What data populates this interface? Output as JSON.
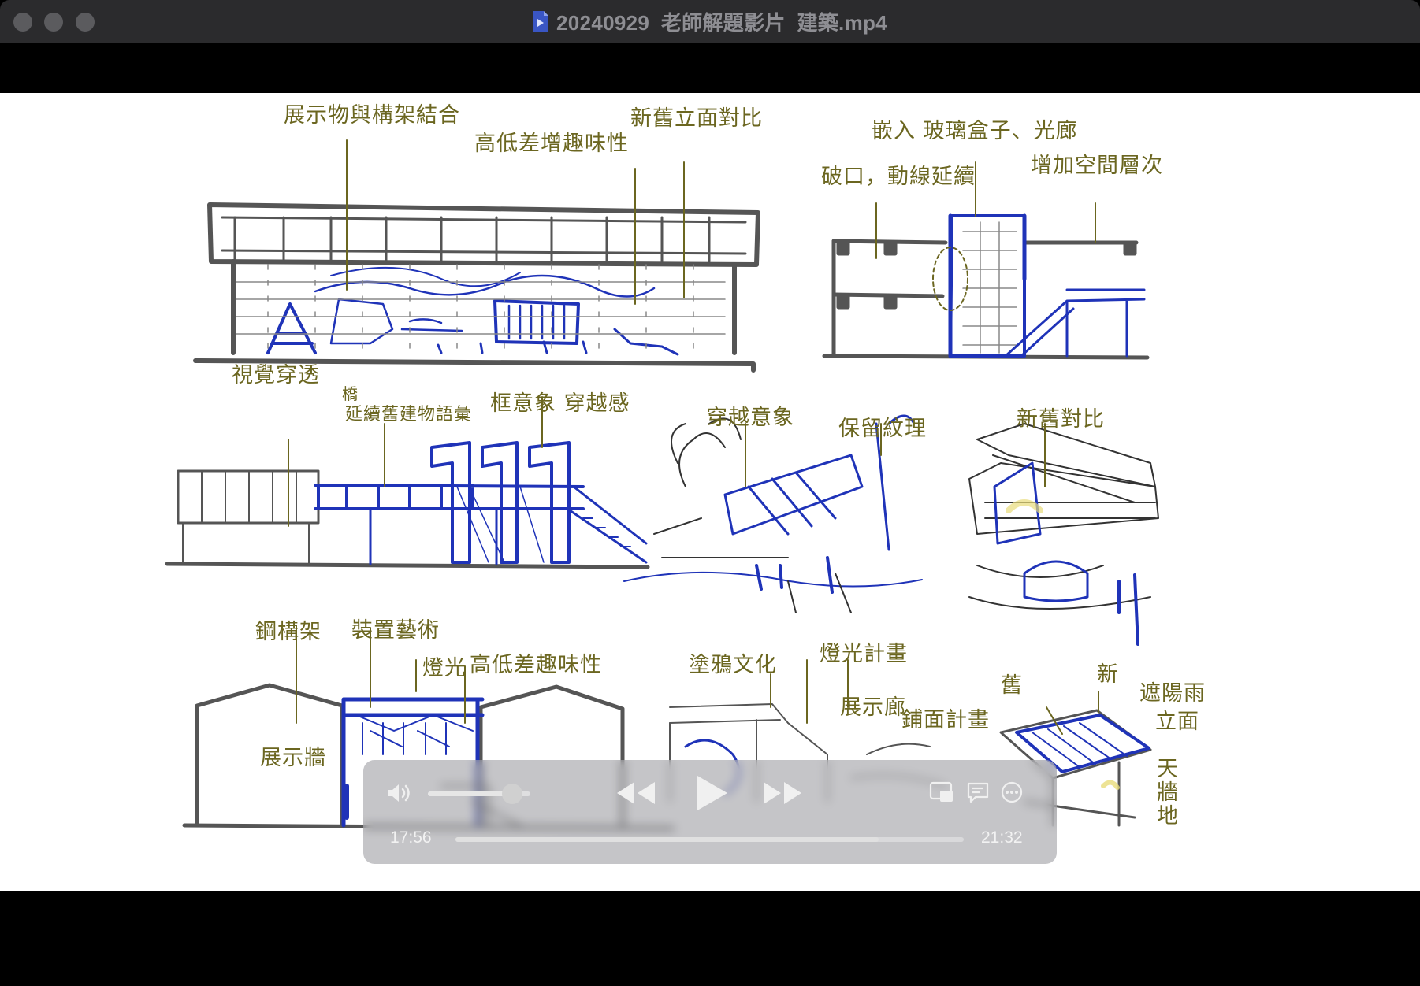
{
  "window": {
    "title": "20240929_老師解題影片_建築.mp4"
  },
  "sketch": {
    "annotations": [
      "展示物與構架結合",
      "高低差增趣味性",
      "新舊立面對比",
      "嵌入 玻璃盒子、光廊",
      "破口，動線延續",
      "增加空間層次",
      "視覺穿透",
      "橋",
      "延續舊建物語彙",
      "框意象 穿越感",
      "穿越意象",
      "保留紋理",
      "新舊對比",
      "鋼構架",
      "裝置藝術",
      "燈光",
      "高低差趣味性",
      "展示牆",
      "塗鴉文化",
      "燈光計畫",
      "展示廊",
      "鋪面計畫",
      "舊",
      "新",
      "遮陽雨",
      "立面",
      "天",
      "牆",
      "地"
    ]
  },
  "player": {
    "elapsed": "17:56",
    "duration": "21:32",
    "progress_fraction": 0.832,
    "volume_fraction": 0.82,
    "buttons": {
      "volume": "speaker-icon",
      "rewind": "rewind-icon",
      "play": "play-icon",
      "forward": "fast-forward-icon",
      "pip": "picture-in-picture-icon",
      "subtitles": "subtitles-icon",
      "more": "more-icon"
    }
  },
  "colors": {
    "ink_blue": "#1f33b8",
    "ink_gray": "#555555",
    "annotation": "#6b6620"
  }
}
